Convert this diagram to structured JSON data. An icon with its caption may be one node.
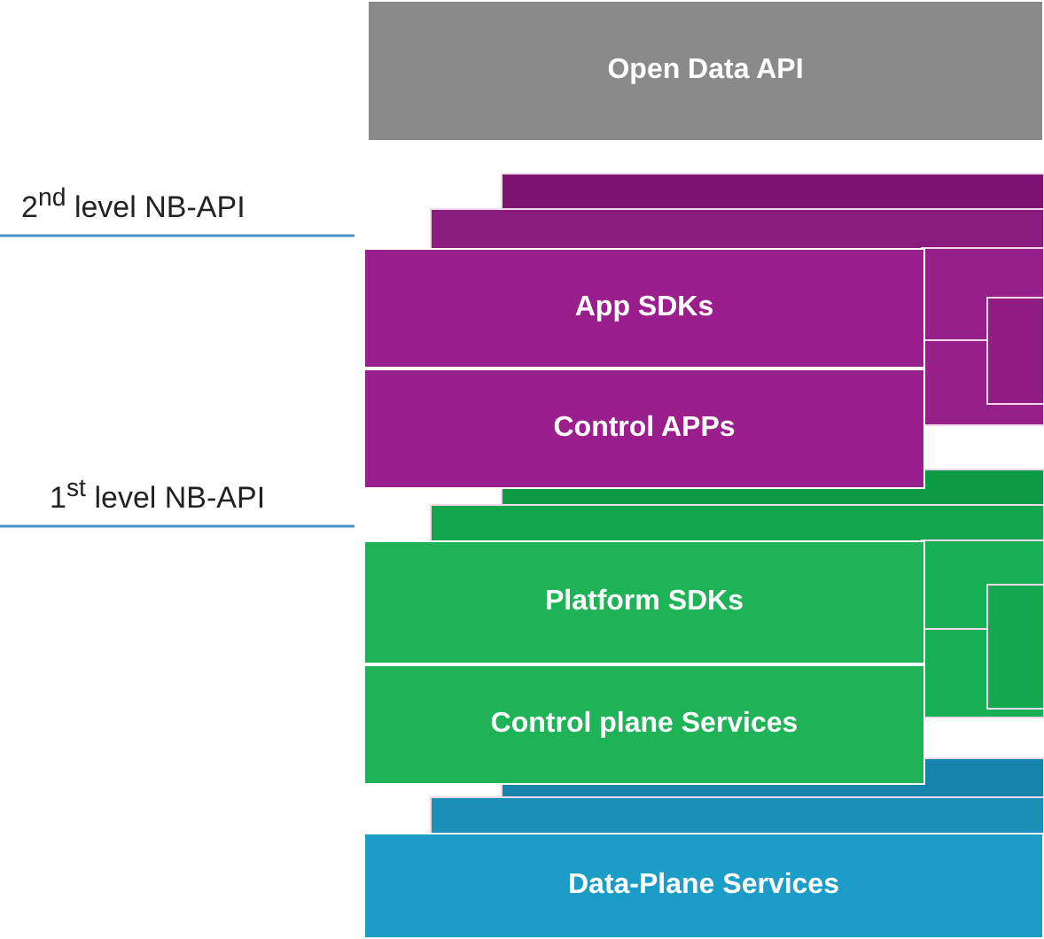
{
  "diagram": {
    "nodes": [
      {
        "text": [
          "Open Data API"
        ]
      },
      {
        "text": [
          "App SDKs"
        ]
      },
      {
        "text": [
          "Control APPs"
        ]
      },
      {
        "text": [
          "Platform SDKs"
        ]
      },
      {
        "text": [
          "Control plane Services"
        ]
      },
      {
        "text": [
          "Data-Plane Services"
        ]
      }
    ],
    "labels": [
      "2$^{nd}$ level NB-API",
      "1$^{st}$ level NB-API"
    ]
  }
}
